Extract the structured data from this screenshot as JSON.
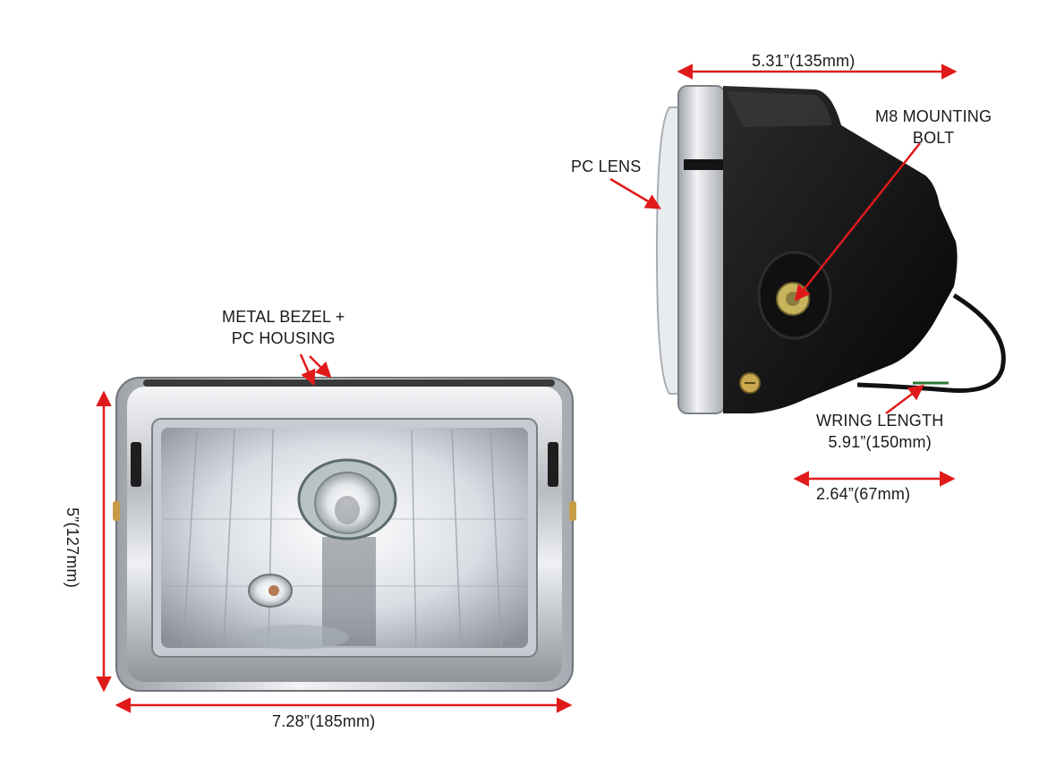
{
  "labels": {
    "bezel": [
      "METAL BEZEL +",
      "PC HOUSING"
    ],
    "front_width": "7.28”(185mm)",
    "front_height": "5”(127mm)",
    "side_length": "5.31”(135mm)",
    "lens": "PC LENS",
    "bolt": [
      "M8 MOUNTING",
      "BOLT"
    ],
    "wiring": [
      "WRING LENGTH",
      "5.91”(150mm)"
    ],
    "side_depth": "2.64”(67mm)"
  },
  "colors": {
    "arrow": "#e01a1a",
    "chrome": "#c9ccd0",
    "housing": "#141414",
    "text": "#1a1a1a"
  }
}
